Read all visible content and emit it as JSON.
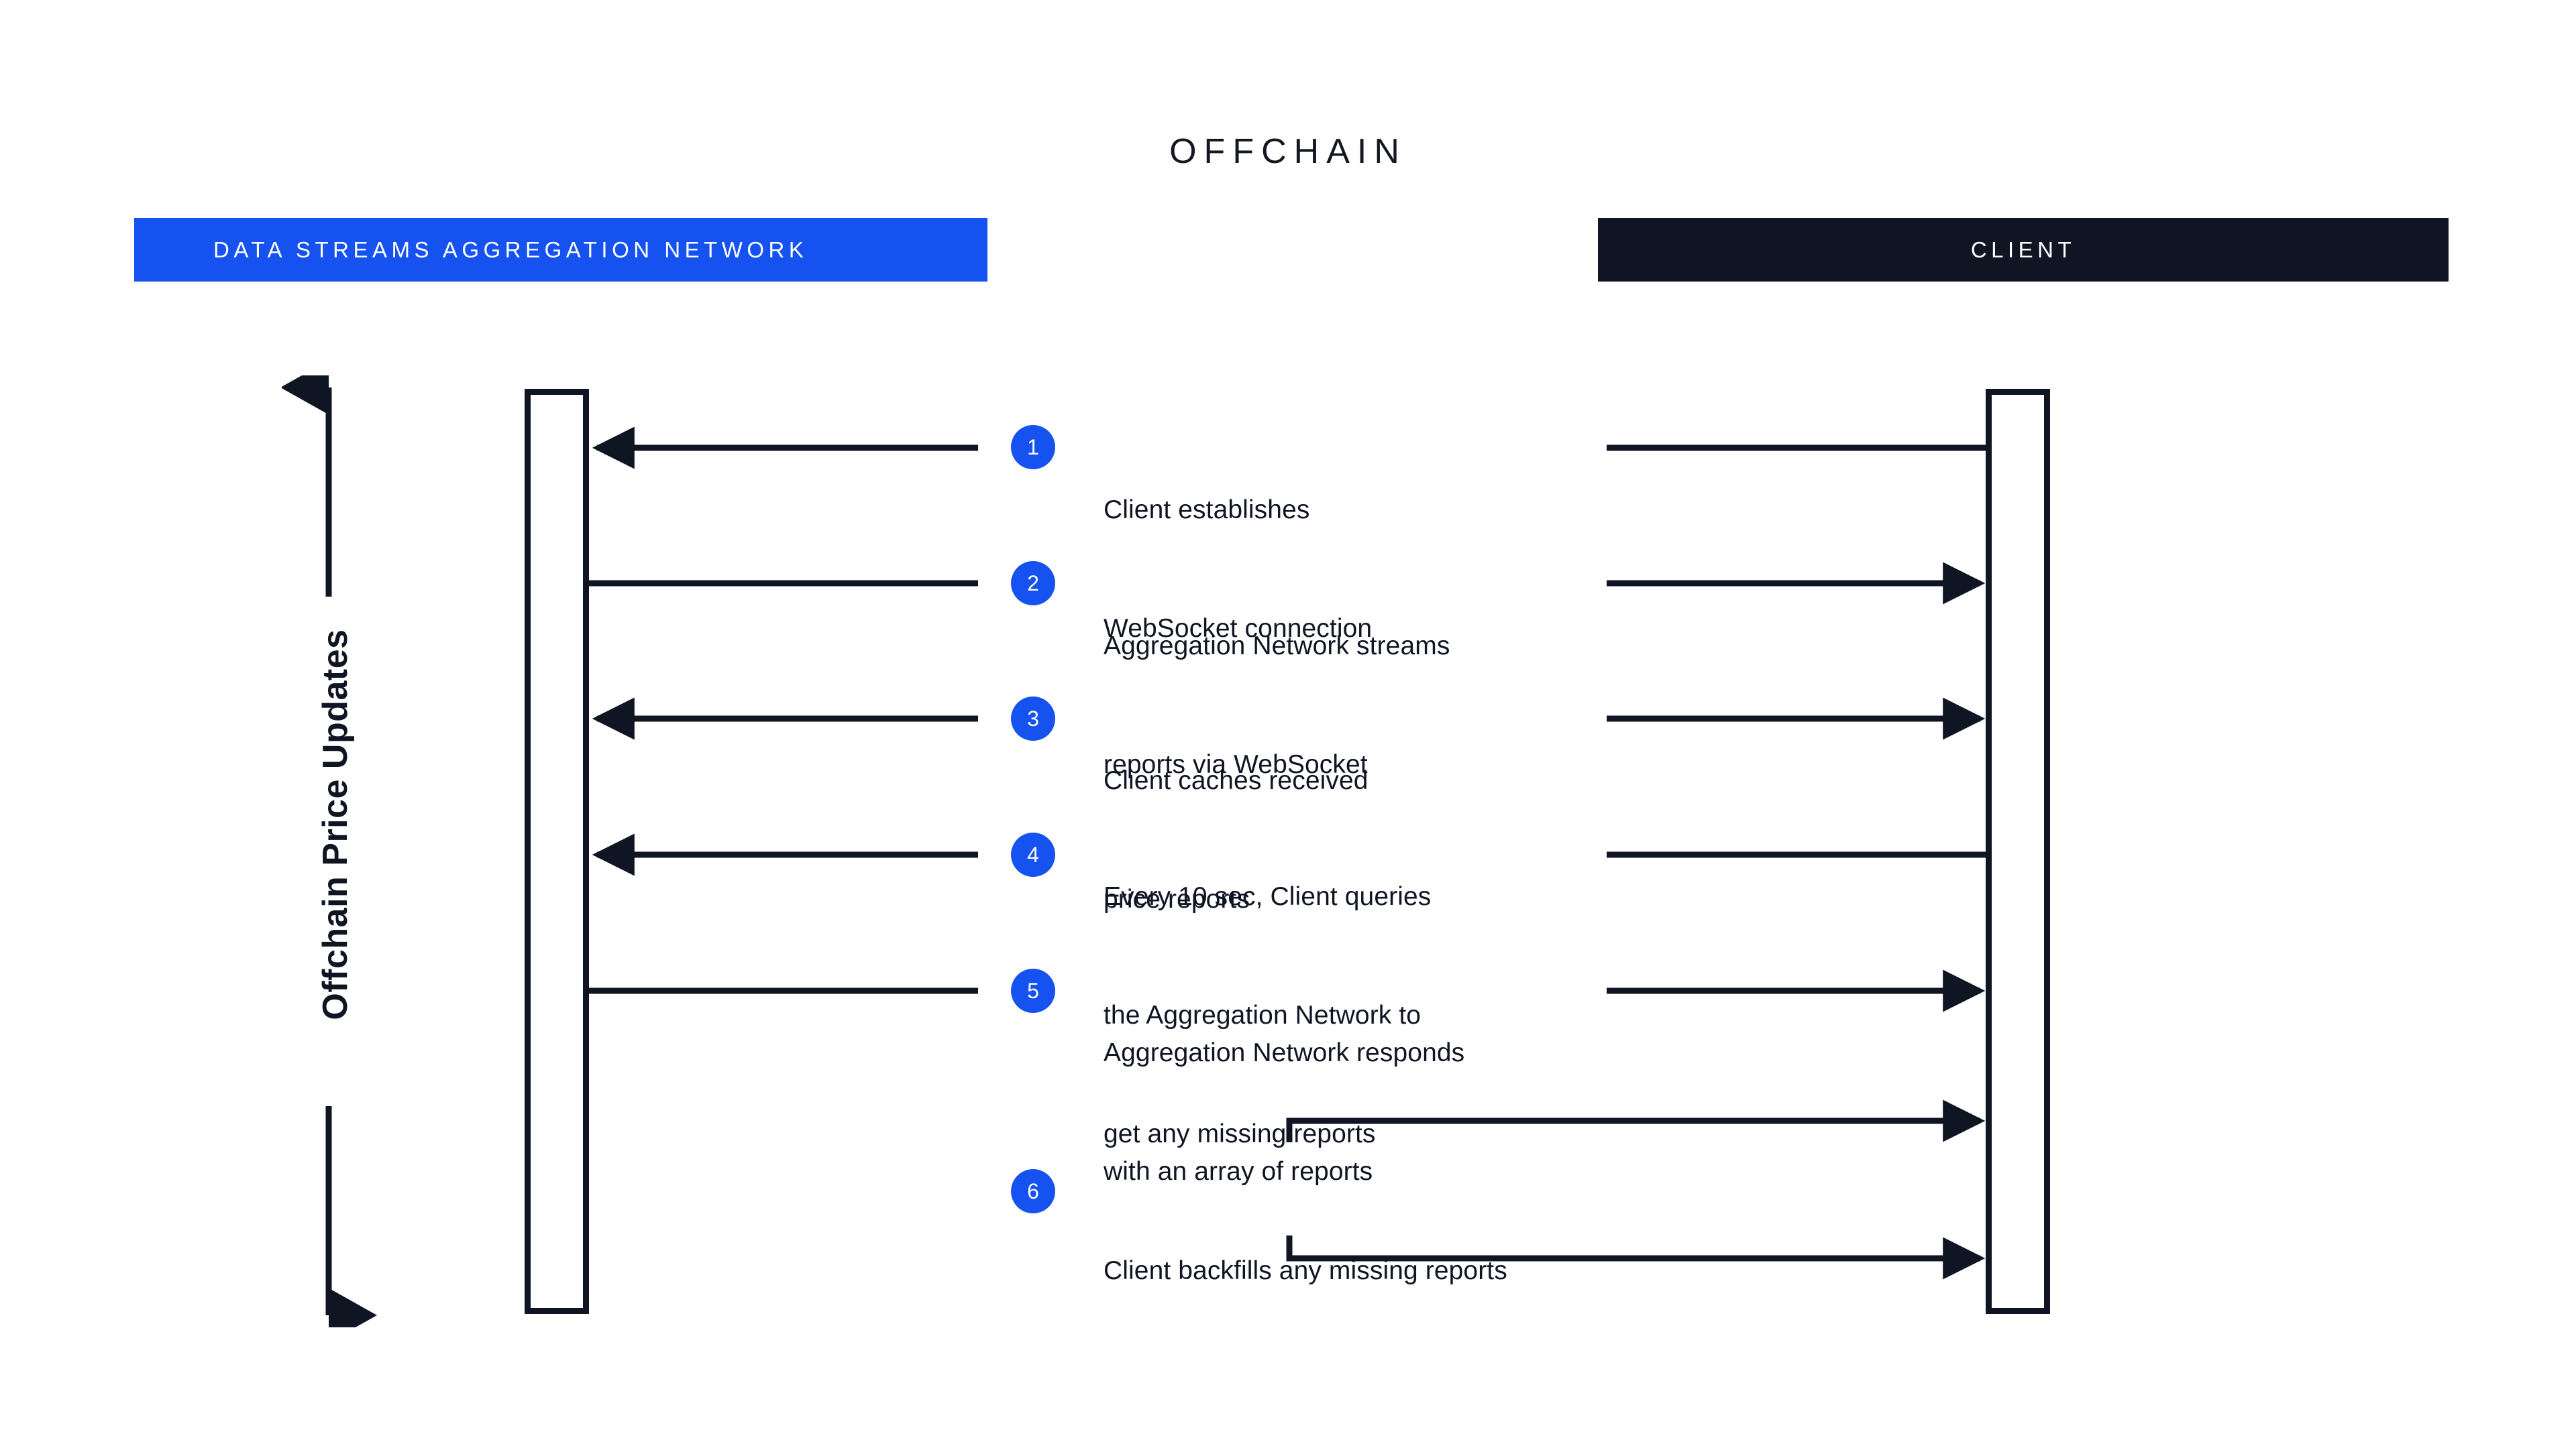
{
  "title": "OFFCHAIN",
  "colors": {
    "accent_blue": "#1652f0",
    "dark_navy": "#101523",
    "background": "#ffffff",
    "text": "#101523"
  },
  "actors": [
    {
      "id": "aggregation",
      "label": "DATA STREAMS AGGREGATION NETWORK",
      "bar_color": "#1652f0",
      "text_color": "#ffffff"
    },
    {
      "id": "client",
      "label": "CLIENT",
      "bar_color": "#101523",
      "text_color": "#ffffff"
    }
  ],
  "span_label": "Offchain Price Updates",
  "steps": [
    {
      "number": "1",
      "lines": [
        "Client establishes",
        "WebSocket connection"
      ],
      "left_arrow_direction": "left",
      "right_arrow_direction": "none"
    },
    {
      "number": "2",
      "lines": [
        "Aggregation Network streams",
        "reports via WebSocket"
      ],
      "left_arrow_direction": "none",
      "right_arrow_direction": "right"
    },
    {
      "number": "3",
      "lines": [
        "Client caches received",
        "price reports"
      ],
      "left_arrow_direction": "left",
      "right_arrow_direction": "right"
    },
    {
      "number": "4",
      "lines": [
        "Every 10 sec, Client queries",
        "the Aggregation Network to",
        "get any missing reports"
      ],
      "left_arrow_direction": "left",
      "right_arrow_direction": "none"
    },
    {
      "number": "5",
      "lines": [
        "Aggregation Network responds",
        "with an array of reports"
      ],
      "left_arrow_direction": "none",
      "right_arrow_direction": "right"
    },
    {
      "number": "6",
      "lines": [
        "Client backfills any missing reports"
      ],
      "left_arrow_direction": "none",
      "right_arrow_direction": "self-loop"
    }
  ]
}
